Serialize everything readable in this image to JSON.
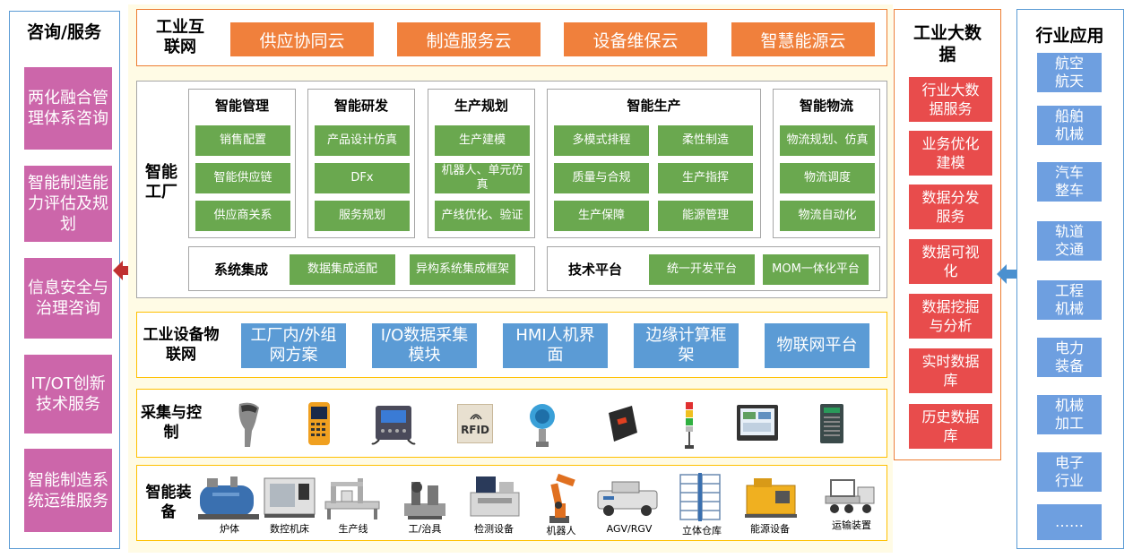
{
  "left": {
    "title": "咨询/服务",
    "items": [
      "两化融合管理体系咨询",
      "智能制造能力评估及规划",
      "信息安全与治理咨询",
      "IT/OT创新技术服务",
      "智能制造系统运维服务"
    ]
  },
  "internet": {
    "title": "工业互联网",
    "clouds": [
      "供应协同云",
      "制造服务云",
      "设备维保云",
      "智慧能源云"
    ]
  },
  "factory": {
    "title": "智能工厂",
    "groups": [
      {
        "title": "智能管理",
        "items": [
          "销售配置",
          "智能供应链",
          "供应商关系"
        ]
      },
      {
        "title": "智能研发",
        "items": [
          "产品设计仿真",
          "DFx",
          "服务规划"
        ]
      },
      {
        "title": "生产规划",
        "items": [
          "生产建模",
          "机器人、单元仿真",
          "产线优化、验证"
        ]
      },
      {
        "title": "智能生产",
        "items": [
          "多模式排程",
          "柔性制造",
          "质量与合规",
          "生产指挥",
          "生产保障",
          "能源管理"
        ]
      },
      {
        "title": "智能物流",
        "items": [
          "物流规划、仿真",
          "物流调度",
          "物流自动化"
        ]
      }
    ],
    "integration": {
      "title": "系统集成",
      "items": [
        "数据集成适配",
        "异构系统集成框架"
      ]
    },
    "tech": {
      "title": "技术平台",
      "items": [
        "统一开发平台",
        "MOM一体化平台"
      ]
    }
  },
  "iot": {
    "title": "工业设备物联网",
    "items": [
      "工厂内/外组网方案",
      "I/O数据采集模块",
      "HMI人机界面",
      "边缘计算框架",
      "物联网平台"
    ]
  },
  "collect": {
    "title": "采集与控制",
    "rfid": "RFID"
  },
  "equip": {
    "title": "智能装备",
    "devices": [
      "炉体",
      "数控机床",
      "生产线",
      "工/治具",
      "检测设备",
      "机器人",
      "AGV/RGV",
      "立体仓库",
      "能源设备",
      "运输装置"
    ]
  },
  "bigdata": {
    "title": "工业大数据",
    "items": [
      "行业大数据服务",
      "业务优化建模",
      "数据分发服务",
      "数据可视化",
      "数据挖掘与分析",
      "实时数据库",
      "历史数据库"
    ]
  },
  "industry": {
    "title": "行业应用",
    "items": [
      "航空航天",
      "船舶机械",
      "汽车整车",
      "轨道交通",
      "工程机械",
      "电力装备",
      "机械加工",
      "电子行业",
      "……"
    ]
  },
  "colors": {
    "pink": "#cc66aa",
    "orange": "#f0803c",
    "green": "#6aa84f",
    "blue": "#5b9bd5",
    "red": "#e84c4c",
    "arrow_left": "#c0302f",
    "arrow_right": "#4a90cf"
  }
}
